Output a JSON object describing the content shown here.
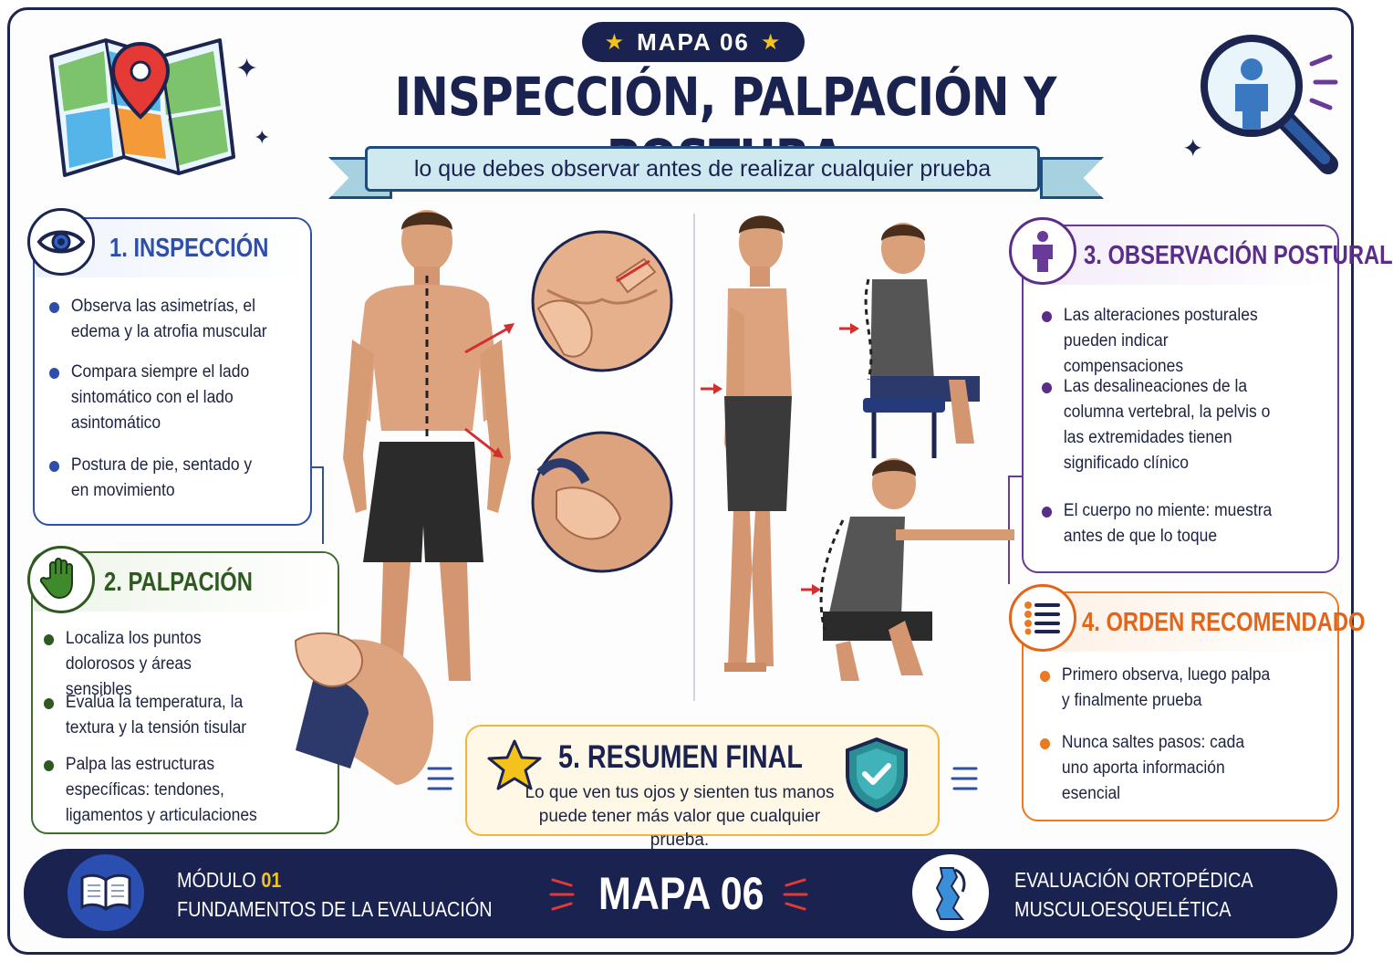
{
  "header": {
    "badge": "MAPA 06",
    "title": "INSPECCIÓN, PALPACIÓN Y POSTURA",
    "subtitle": "lo que debes observar antes de realizar cualquier prueba"
  },
  "sections": {
    "inspeccion": {
      "title": "1. INSPECCIÓN",
      "icon": "eye-icon",
      "color": "#2d4fa8",
      "bullets": [
        "Observa las asimetrías, el edema y la atrofia muscular",
        "Compara siempre el lado sintomático con el lado asintomático",
        "Postura de pie, sentado y en movimiento"
      ]
    },
    "palpacion": {
      "title": "2. PALPACIÓN",
      "icon": "hand-icon",
      "color": "#3d6e2c",
      "bullets": [
        "Localiza los puntos dolorosos y áreas sensibles",
        "Evalúa la temperatura, la textura y la tensión tisular",
        "Palpa las estructuras específicas: tendones, ligamentos y articulaciones"
      ]
    },
    "postural": {
      "title": "3. OBSERVACIÓN POSTURAL",
      "icon": "person-icon",
      "color": "#6a3a98",
      "bullets": [
        "Las alteraciones posturales pueden indicar compensaciones",
        "Las desalineaciones de la columna vertebral, la pelvis o las extremidades tienen significado clínico",
        "El cuerpo no miente: muestra antes de que lo toque"
      ]
    },
    "orden": {
      "title": "4. ORDEN RECOMENDADO",
      "icon": "list-icon",
      "color": "#e97a22",
      "bullets": [
        "Primero observa, luego palpa y finalmente prueba",
        "Nunca saltes pasos: cada uno aporta información esencial"
      ]
    },
    "resumen": {
      "title": "5. RESUMEN FINAL",
      "text": "Lo que ven tus ojos y sienten tus manos puede tener más valor que cualquier prueba."
    }
  },
  "footer": {
    "module_label": "MÓDULO",
    "module_number": "01",
    "module_name": "FUNDAMENTOS DE LA EVALUACIÓN",
    "map": "MAPA 06",
    "course_line1": "EVALUACIÓN ORTOPÉDICA",
    "course_line2": "MUSCULOESQUELÉTICA"
  }
}
